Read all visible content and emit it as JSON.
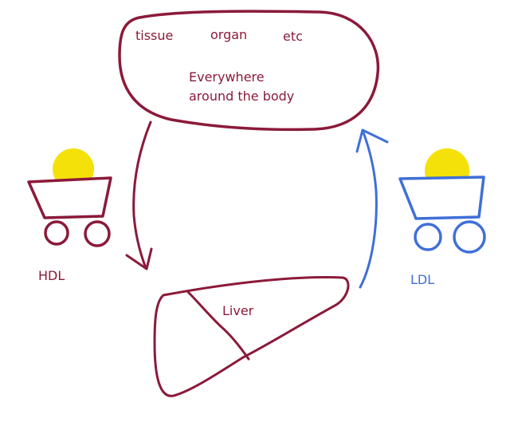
{
  "labels": {
    "tissue": "tissue",
    "organ": "organ",
    "etc": "etc",
    "everywhere_line1": "Everywhere",
    "everywhere_line2": "around the body",
    "hdl": "HDL",
    "ldl": "LDL",
    "liver": "Liver"
  },
  "colors": {
    "dark_red": "#8b1a3a",
    "blue": "#3f6fd8",
    "yellow": "#f5e10a"
  },
  "icons": {
    "hdl_cart": "cart-icon",
    "ldl_cart": "cart-icon",
    "cholesterol": "cholesterol-ball-icon"
  }
}
